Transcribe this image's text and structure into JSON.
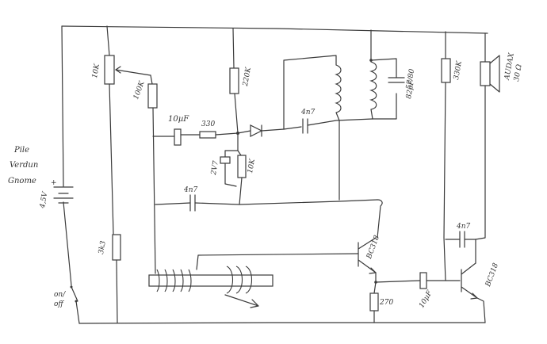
{
  "battery": {
    "title_line1": "Pile",
    "title_line2": "Verdun",
    "title_line3": "Gnome",
    "voltage": "4,5V",
    "plus": "+"
  },
  "switch": {
    "label_on": "on/",
    "label_off": "off"
  },
  "resistors": {
    "pot": "10K",
    "r100k": "100K",
    "r220k": "220K",
    "r10k": "10K",
    "r330": "330",
    "r3k3": "3k3",
    "r330k": "330K",
    "r270": "270"
  },
  "capacitors": {
    "c10uf_top": "10µF",
    "c4n7_top": "4n7",
    "c4n7_mid": "4n7",
    "c4n7_right": "4n7",
    "c10uf_bottom": "10µF",
    "c_tuning": "57/80",
    "c_tuning2": "82pF"
  },
  "zener": {
    "label": "2V7"
  },
  "transistors": {
    "q1": "BC318",
    "q2": "BC318"
  },
  "speaker": {
    "line1": "AUDAX",
    "line2": "30 Ω"
  },
  "colors": {
    "ink": "#3a3a3a",
    "paper": "#ffffff"
  }
}
